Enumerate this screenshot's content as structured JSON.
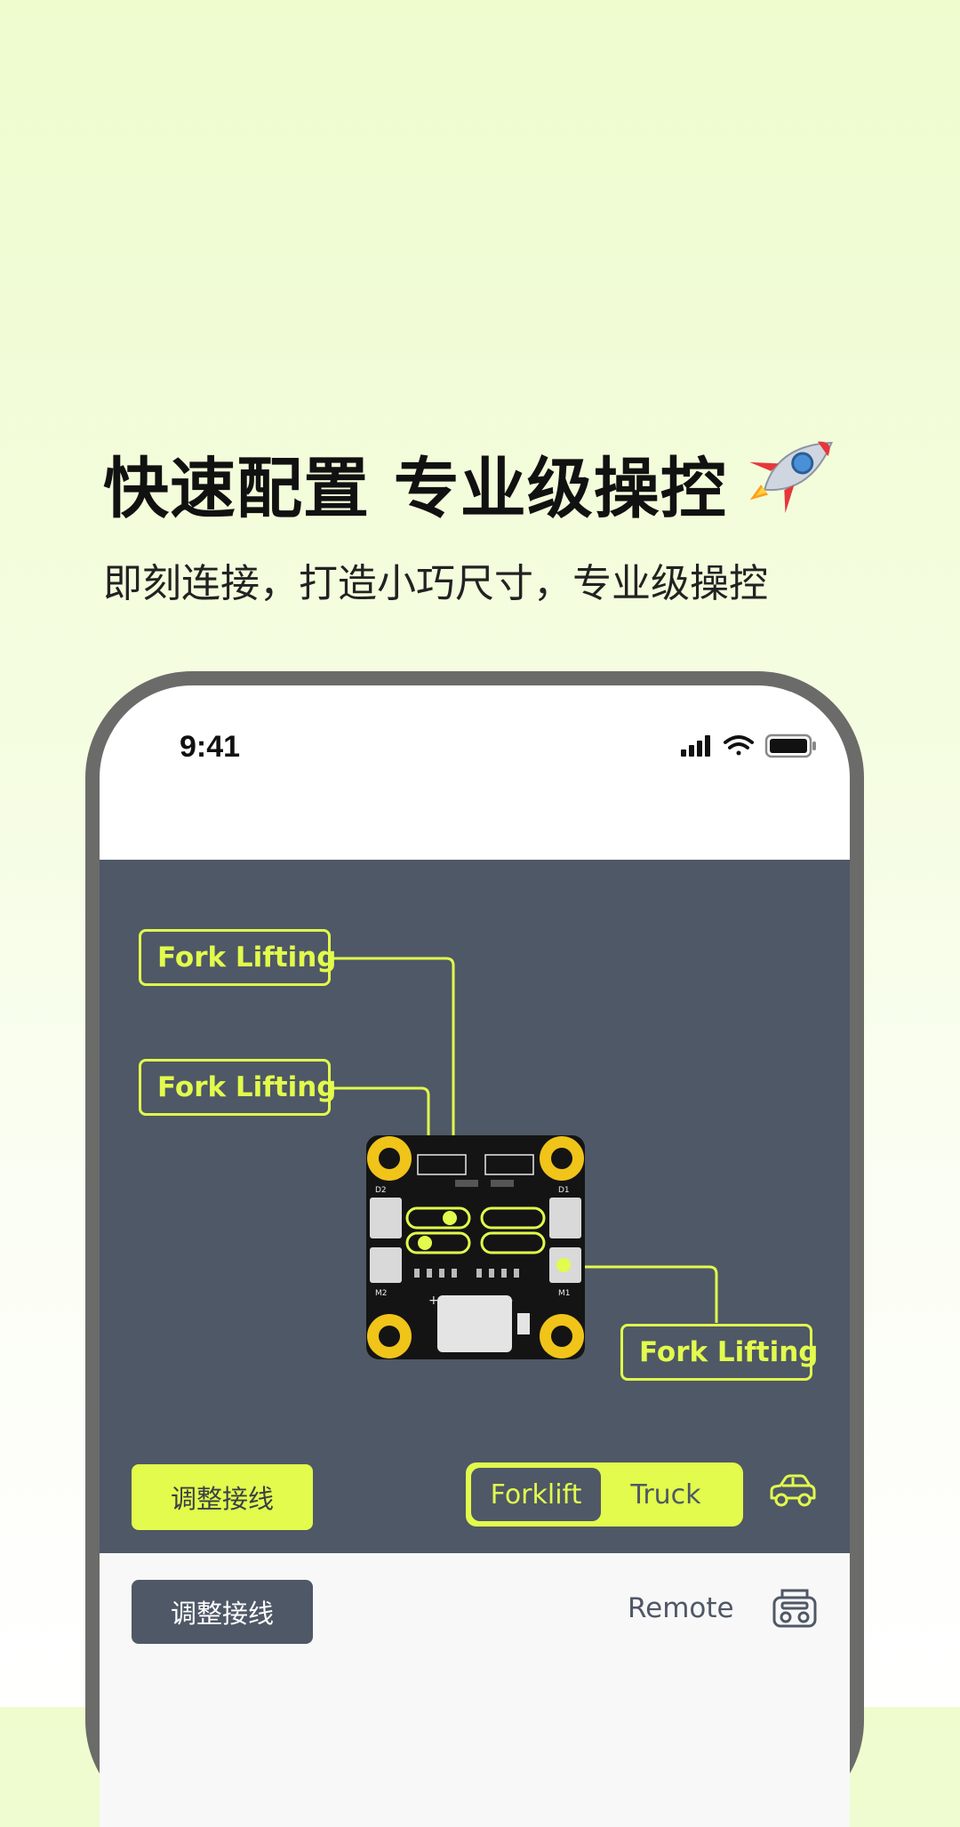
{
  "headline": "快速配置 专业级操控",
  "subline": "即刻连接，打造小巧尺寸，专业级操控",
  "status_bar": {
    "time": "9:41"
  },
  "wiring": {
    "labels": [
      "Fork Lifting",
      "Fork Lifting",
      "Fork Lifting"
    ],
    "board_silkscreen": [
      "D2",
      "D1",
      "M2",
      "M1",
      "+",
      "-"
    ]
  },
  "controls": {
    "adjust_button": "调整接线",
    "mode_tabs": [
      "Forklift",
      "Truck"
    ],
    "active_tab": "Forklift",
    "vehicle_icon": "car-icon"
  },
  "bottom_bar": {
    "adjust_button": "调整接线",
    "remote_label": "Remote",
    "remote_icon": "remote-controller-icon"
  },
  "colors": {
    "accent": "#e2fb4c",
    "panel": "#4f5866",
    "phone_frame": "#6b6b69"
  }
}
